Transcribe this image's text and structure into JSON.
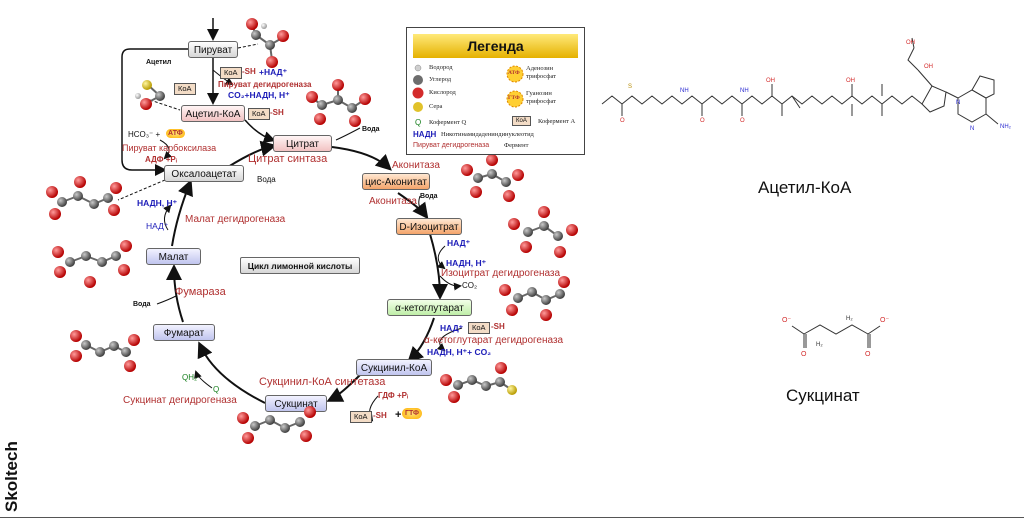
{
  "legend": {
    "title": "Легенда",
    "hydrogen": "Водород",
    "carbon": "Углерод",
    "oxygen": "Кислород",
    "sulfur": "Сера",
    "atp_badge": "АТФ",
    "atp": "Аденозин трифосфат",
    "gtp_badge": "ГТФ",
    "gtp": "Гуанозин трифосфат",
    "q_symbol": "Q",
    "q": "Кофермент Q",
    "koa_badge": "КоА",
    "koa": "Кофермент А",
    "nadh_symbol": "НАДН",
    "nadh": "Никотинамидадениндинуклеотид",
    "enzyme_example": "Пируват дегидрогеназа",
    "enzyme": "Фермент"
  },
  "cycle": {
    "title": "Цикл лимонной кислоты",
    "pyruvate": "Пируват",
    "acetyl_coa": "Ацетил-КоА",
    "citrate": "Цитрат",
    "cis_aconitate": "цис-Аконитат",
    "isocitrate": "D-Изоцитрат",
    "alpha_kg": "α-кетоглутарат",
    "succinyl_coa": "Сукцинил-КоА",
    "succinate": "Сукцинат",
    "fumarate": "Фумарат",
    "malate": "Малат",
    "oxaloacetate": "Оксалоацетат"
  },
  "enzymes": {
    "pyruvate_dh": "Пируват дегидрогеназа",
    "pyruvate_carboxylase": "Пируват карбоксилаза",
    "citrate_synthase": "Цитрат синтаза",
    "aconitase_1": "Аконитаза",
    "aconitase_2": "Аконитаза",
    "isocitrate_dh": "Изоцитрат дегидрогеназа",
    "akg_dh": "α-кетоглутарат дегидрогеназа",
    "succinyl_coa_synthetase": "Сукцинил-КоА синтетаза",
    "succinate_dh": "Сукцинат дегидрогеназа",
    "fumarase": "Фумараза",
    "malate_dh": "Малат дегидрогеназа"
  },
  "cofactors": {
    "acetyl_label": "Ацетил",
    "koa": "КоА",
    "sh": "-SH",
    "nad_plus": "+НАД⁺",
    "co2_nadh": "CO₂+НАДН, Н⁺",
    "hco3": "HCO₃⁻ +",
    "atp": "АТФ",
    "adp_pi": "АДФ +Pᵢ",
    "water": "Вода",
    "nad": "НАД⁺",
    "nadh_h": "НАДН, Н⁺",
    "co2": "CO₂",
    "nadh_h_co2": "НАДН, Н⁺+ CO₂",
    "gdp_pi": "ГДФ +Pᵢ",
    "gtp": "ГТФ",
    "qh2": "QH₂",
    "q": "Q",
    "plus": "+"
  },
  "right_panel": {
    "acetyl_coa_title": "Ацетил-КоА",
    "succinate_title": "Сукцинат",
    "acoa_atoms": [
      "S",
      "NH",
      "NH",
      "OH",
      "OH",
      "OH",
      "OH",
      "O",
      "O",
      "O",
      "N",
      "N",
      "NH₂"
    ],
    "succ_atoms": [
      "O⁻",
      "O⁻",
      "O",
      "O",
      "H₂",
      "H₂"
    ]
  },
  "brand": "Skoltech",
  "colors": {
    "enzyme": "#b03030",
    "nadh": "#1d1db8",
    "oxygen": "#d32b2b",
    "carbon": "#6d6d6d",
    "legend_header": "#f2c200"
  }
}
